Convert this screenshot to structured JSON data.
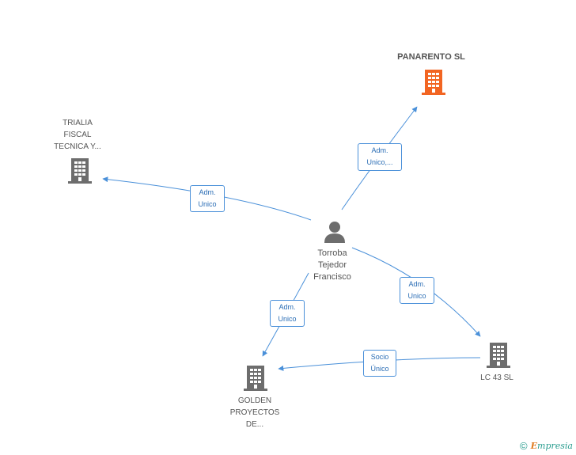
{
  "nodes": {
    "panarento": {
      "label": "PANARENTO SL",
      "color": "#f26522"
    },
    "trialia": {
      "line1": "TRIALIA",
      "line2": "FISCAL",
      "line3": "TECNICA Y..."
    },
    "person": {
      "line1": "Torroba",
      "line2": "Tejedor",
      "line3": "Francisco"
    },
    "lc43": {
      "label": "LC 43 SL"
    },
    "golden": {
      "line1": "GOLDEN",
      "line2": "PROYECTOS",
      "line3": "DE..."
    }
  },
  "edges": {
    "to_panarento": {
      "line1": "Adm.",
      "line2": "Unico,..."
    },
    "to_trialia": {
      "line1": "Adm.",
      "line2": "Unico"
    },
    "to_lc43": {
      "line1": "Adm.",
      "line2": "Unico"
    },
    "to_golden": {
      "line1": "Adm.",
      "line2": "Unico"
    },
    "lc43_to_golden": {
      "line1": "Socio",
      "line2": "Único"
    }
  },
  "colors": {
    "edge": "#4a90d9",
    "building": "#6d6d6d",
    "highlight": "#f26522"
  },
  "brand": {
    "copyright": "©",
    "e": "E",
    "name": "mpresia"
  }
}
